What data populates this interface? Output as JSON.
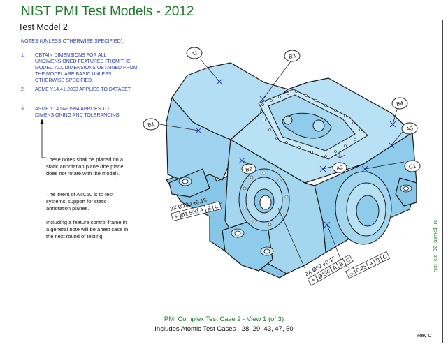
{
  "header": {
    "title": "NIST PMI Test Models - 2012"
  },
  "model": {
    "name": "Test Model 2"
  },
  "notes": {
    "heading": "NOTES (UNLESS OTHERWISE SPECIFIED):",
    "items": [
      {
        "num": "1.",
        "text": "OBTAIN DIMENSIONS FOR ALL UNDIMENSIONED FEATURES FROM THE MODEL.  ALL DIMENSIONS OBTAINED FROM THE MODEL ARE BASIC UNLESS OTHERWISE SPECIFIED."
      },
      {
        "num": "2.",
        "text": "ASME Y14.41-2003 APPLIES TO DATASET."
      },
      {
        "num": "3.",
        "text": "ASME Y14.5M-1994 APPLIES TO DIMENSIONING AND TOLERANCING."
      }
    ]
  },
  "side_notes": [
    "These notes shall be placed on a static annotation plane (the plane does not rotate with the model).",
    "The intent of ATC50 is to test systems' support for static annotation planes.",
    "Including a feature control frame in a general note will be a test case in the next round of testing."
  ],
  "datum_bubbles": [
    "A1",
    "B3",
    "B4",
    "A3",
    "C1",
    "A2",
    "B2",
    "B1"
  ],
  "annotations": {
    "left_dim": "2X Ø100 ±0.15",
    "left_fcf": [
      "⌖",
      "Ø1.5Ⓜ",
      "A",
      "B",
      "C"
    ],
    "bottom_dim": "2X Ø62 ±0.15",
    "bottom_fcf": [
      "⌖",
      "Ø1Ⓜ",
      "A",
      "B",
      "C"
    ],
    "profile_fcf": [
      "⌓",
      "0.25",
      "A",
      "B",
      "C"
    ]
  },
  "footer": {
    "line1": "PMI Complex Test Case 2 - View 1 (of 3)",
    "line2": "Includes Atomic Test Cases - 28, 29, 43, 47, 50",
    "rev": "Rev C",
    "file_id": "nist_ctc_02_asme1_rc"
  },
  "colors": {
    "title_green": "#1f7a2a",
    "note_blue": "#2b3ea8",
    "part_fill": "#9fd3ef",
    "outline": "#1a1a1a"
  }
}
